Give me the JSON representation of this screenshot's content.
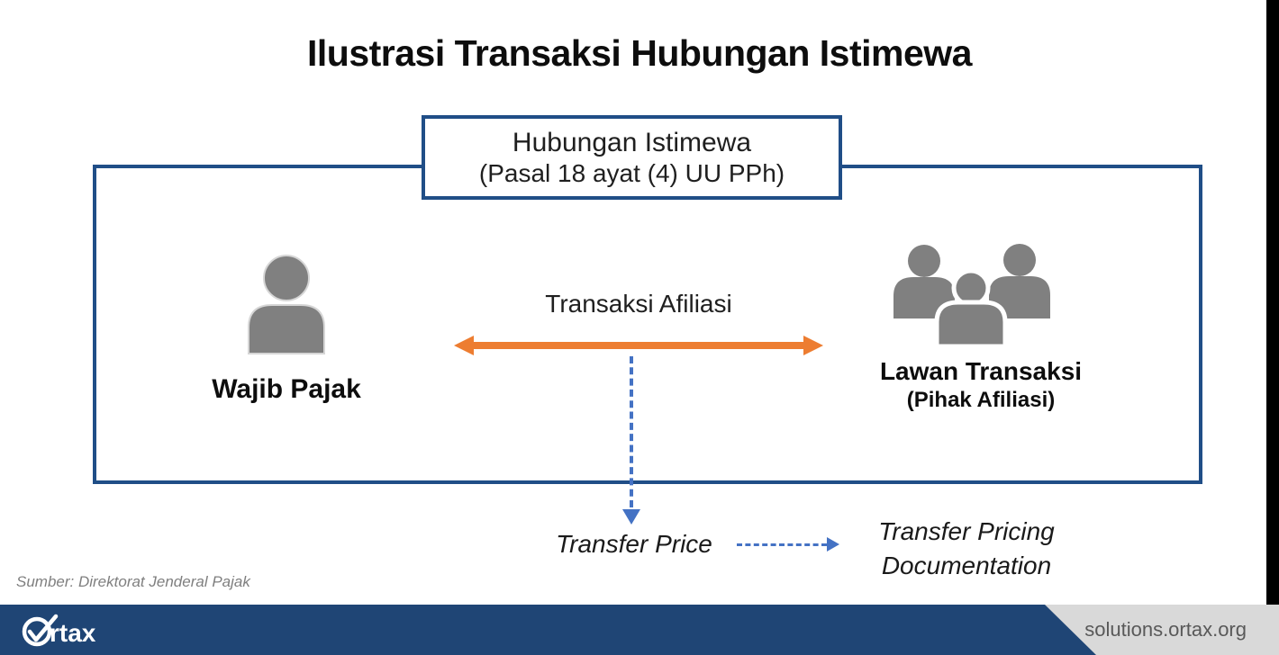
{
  "title": "Ilustrasi Transaksi Hubungan Istimewa",
  "relationship_box": {
    "line1": "Hubungan Istimewa",
    "line2": "(Pasal 18 ayat (4) UU PPh)"
  },
  "diagram": {
    "left_party": {
      "label": "Wajib Pajak"
    },
    "right_party": {
      "label": "Lawan Transaksi",
      "sublabel": "(Pihak Afiliasi)"
    },
    "affiliate_transaction_label": "Transaksi Afiliasi",
    "transfer_price_label": "Transfer Price",
    "tp_documentation": {
      "line1": "Transfer Pricing",
      "line2": "Documentation"
    }
  },
  "source_note": "Sumber: Direktorat Jenderal Pajak",
  "footer": {
    "brand_text": "rtax",
    "site_url": "solutions.ortax.org"
  },
  "colors": {
    "border_navy": "#204e87",
    "footer_navy": "#1f4575",
    "arrow_orange": "#ED7D31",
    "dashed_blue": "#4472C4",
    "icon_gray": "#808080",
    "wedge_gray": "#D9D9D9",
    "source_text_gray": "#7f7f7f",
    "site_text_gray": "#595959"
  }
}
